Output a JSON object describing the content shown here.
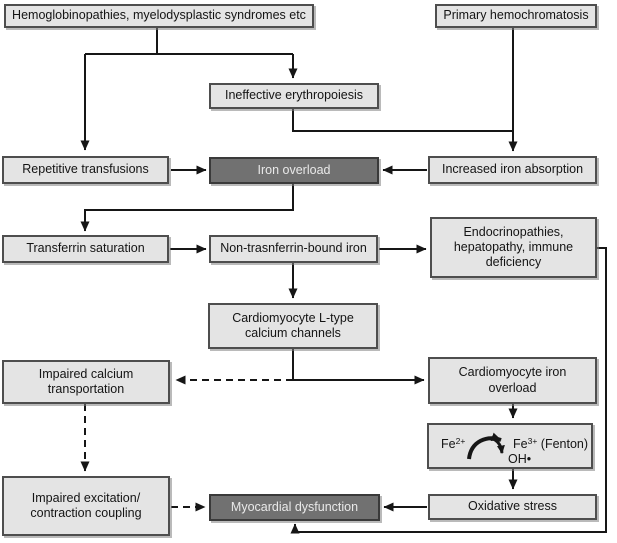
{
  "diagram_title": "Iron overload cardiomyopathy pathophysiology flowchart",
  "colors": {
    "background": "#ffffff",
    "node_fill": "#e4e4e4",
    "node_border": "#4e4e4e",
    "emphasis_node_fill": "#717171",
    "emphasis_node_text": "#e9e9e9",
    "text": "#141414",
    "arrow": "#161616"
  },
  "nodes": {
    "hemoglobinopathies": "Hemoglobinopathies, myelodysplastic syndromes etc",
    "primary_hemochromatosis": "Primary hemochromatosis",
    "ineffective_erythropoiesis": "Ineffective erythropoiesis",
    "repetitive_transfusions": "Repetitive transfusions",
    "iron_overload": "Iron overload",
    "increased_iron_absorption": "Increased iron absorption",
    "transferrin_saturation": "Transferrin saturation",
    "non_transferrin_bound_iron": "Non-trasnferrin-bound iron",
    "endocrinopathies": "Endocrinopathies, hepatopathy, immune deficiency",
    "cardiomyocyte_l_type": "Cardiomyocyte L-type calcium channels",
    "impaired_calcium_transportation": "Impaired calcium transportation",
    "cardiomyocyte_iron_overload": "Cardiomyocyte iron overload",
    "impaired_excitation": "Impaired excitation/ contraction coupling",
    "myocardial_dysfunction": "Myocardial dysfunction",
    "oxidative_stress": "Oxidative stress"
  },
  "fenton": {
    "fe": "Fe",
    "fe2_sup": "2+",
    "fe3_sup": "3+",
    "fenton_note": "(Fenton)",
    "oh": "OH",
    "radical_dot": "•"
  },
  "edges": [
    {
      "from": "hemoglobinopathies",
      "to": "repetitive_transfusions",
      "style": "solid"
    },
    {
      "from": "hemoglobinopathies",
      "to": "ineffective_erythropoiesis",
      "style": "solid"
    },
    {
      "from": "ineffective_erythropoiesis",
      "to": "increased_iron_absorption",
      "style": "solid"
    },
    {
      "from": "primary_hemochromatosis",
      "to": "increased_iron_absorption",
      "style": "solid"
    },
    {
      "from": "repetitive_transfusions",
      "to": "iron_overload",
      "style": "solid"
    },
    {
      "from": "increased_iron_absorption",
      "to": "iron_overload",
      "style": "solid"
    },
    {
      "from": "iron_overload",
      "to": "transferrin_saturation",
      "style": "solid"
    },
    {
      "from": "transferrin_saturation",
      "to": "non_transferrin_bound_iron",
      "style": "solid"
    },
    {
      "from": "non_transferrin_bound_iron",
      "to": "endocrinopathies",
      "style": "solid"
    },
    {
      "from": "non_transferrin_bound_iron",
      "to": "cardiomyocyte_l_type",
      "style": "solid"
    },
    {
      "from": "cardiomyocyte_l_type",
      "to": "cardiomyocyte_iron_overload",
      "style": "solid"
    },
    {
      "from": "cardiomyocyte_l_type",
      "to": "impaired_calcium_transportation",
      "style": "dashed"
    },
    {
      "from": "impaired_calcium_transportation",
      "to": "impaired_excitation",
      "style": "dashed"
    },
    {
      "from": "cardiomyocyte_iron_overload",
      "to": "fenton_reaction",
      "style": "solid"
    },
    {
      "from": "fenton_reaction",
      "to": "oxidative_stress",
      "style": "solid"
    },
    {
      "from": "oxidative_stress",
      "to": "myocardial_dysfunction",
      "style": "solid"
    },
    {
      "from": "impaired_excitation",
      "to": "myocardial_dysfunction",
      "style": "dashed"
    },
    {
      "from": "endocrinopathies",
      "to": "myocardial_dysfunction",
      "style": "solid"
    }
  ]
}
